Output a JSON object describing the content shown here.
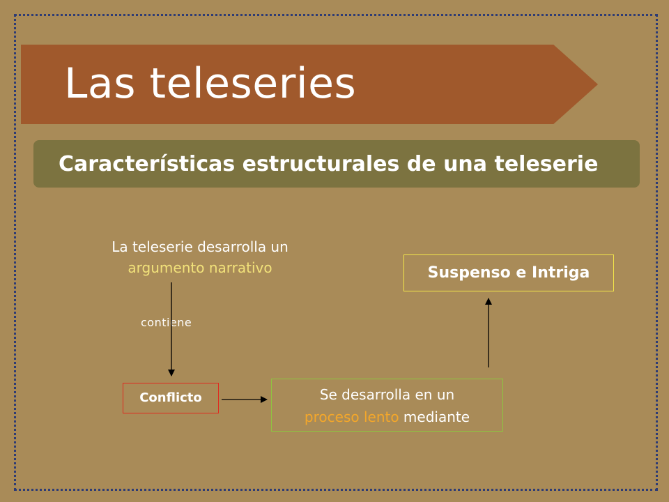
{
  "slide": {
    "title": "Las teleseries",
    "subtitle": "Características estructurales de una teleserie"
  },
  "diagram": {
    "argument_node": {
      "line1": "La teleserie desarrolla un",
      "line2": "argumento narrativo"
    },
    "edge_label": "contiene",
    "conflict_node": "Conflicto",
    "process_node": {
      "line1": "Se desarrolla en un",
      "line2_highlight": "proceso lento",
      "line2_rest": " mediante"
    },
    "suspense_node": "Suspenso e Intriga"
  },
  "colors": {
    "background": "#a98b58",
    "title_banner": "#a0592c",
    "subtitle_bar": "#7c7340",
    "frame_dots": "#2e3c75",
    "highlight_yellow": "#f2e27a",
    "highlight_orange": "#f4a72a",
    "conflict_border": "#e02a1f",
    "process_border": "#8ec63f",
    "suspense_border": "#f3e64a"
  }
}
